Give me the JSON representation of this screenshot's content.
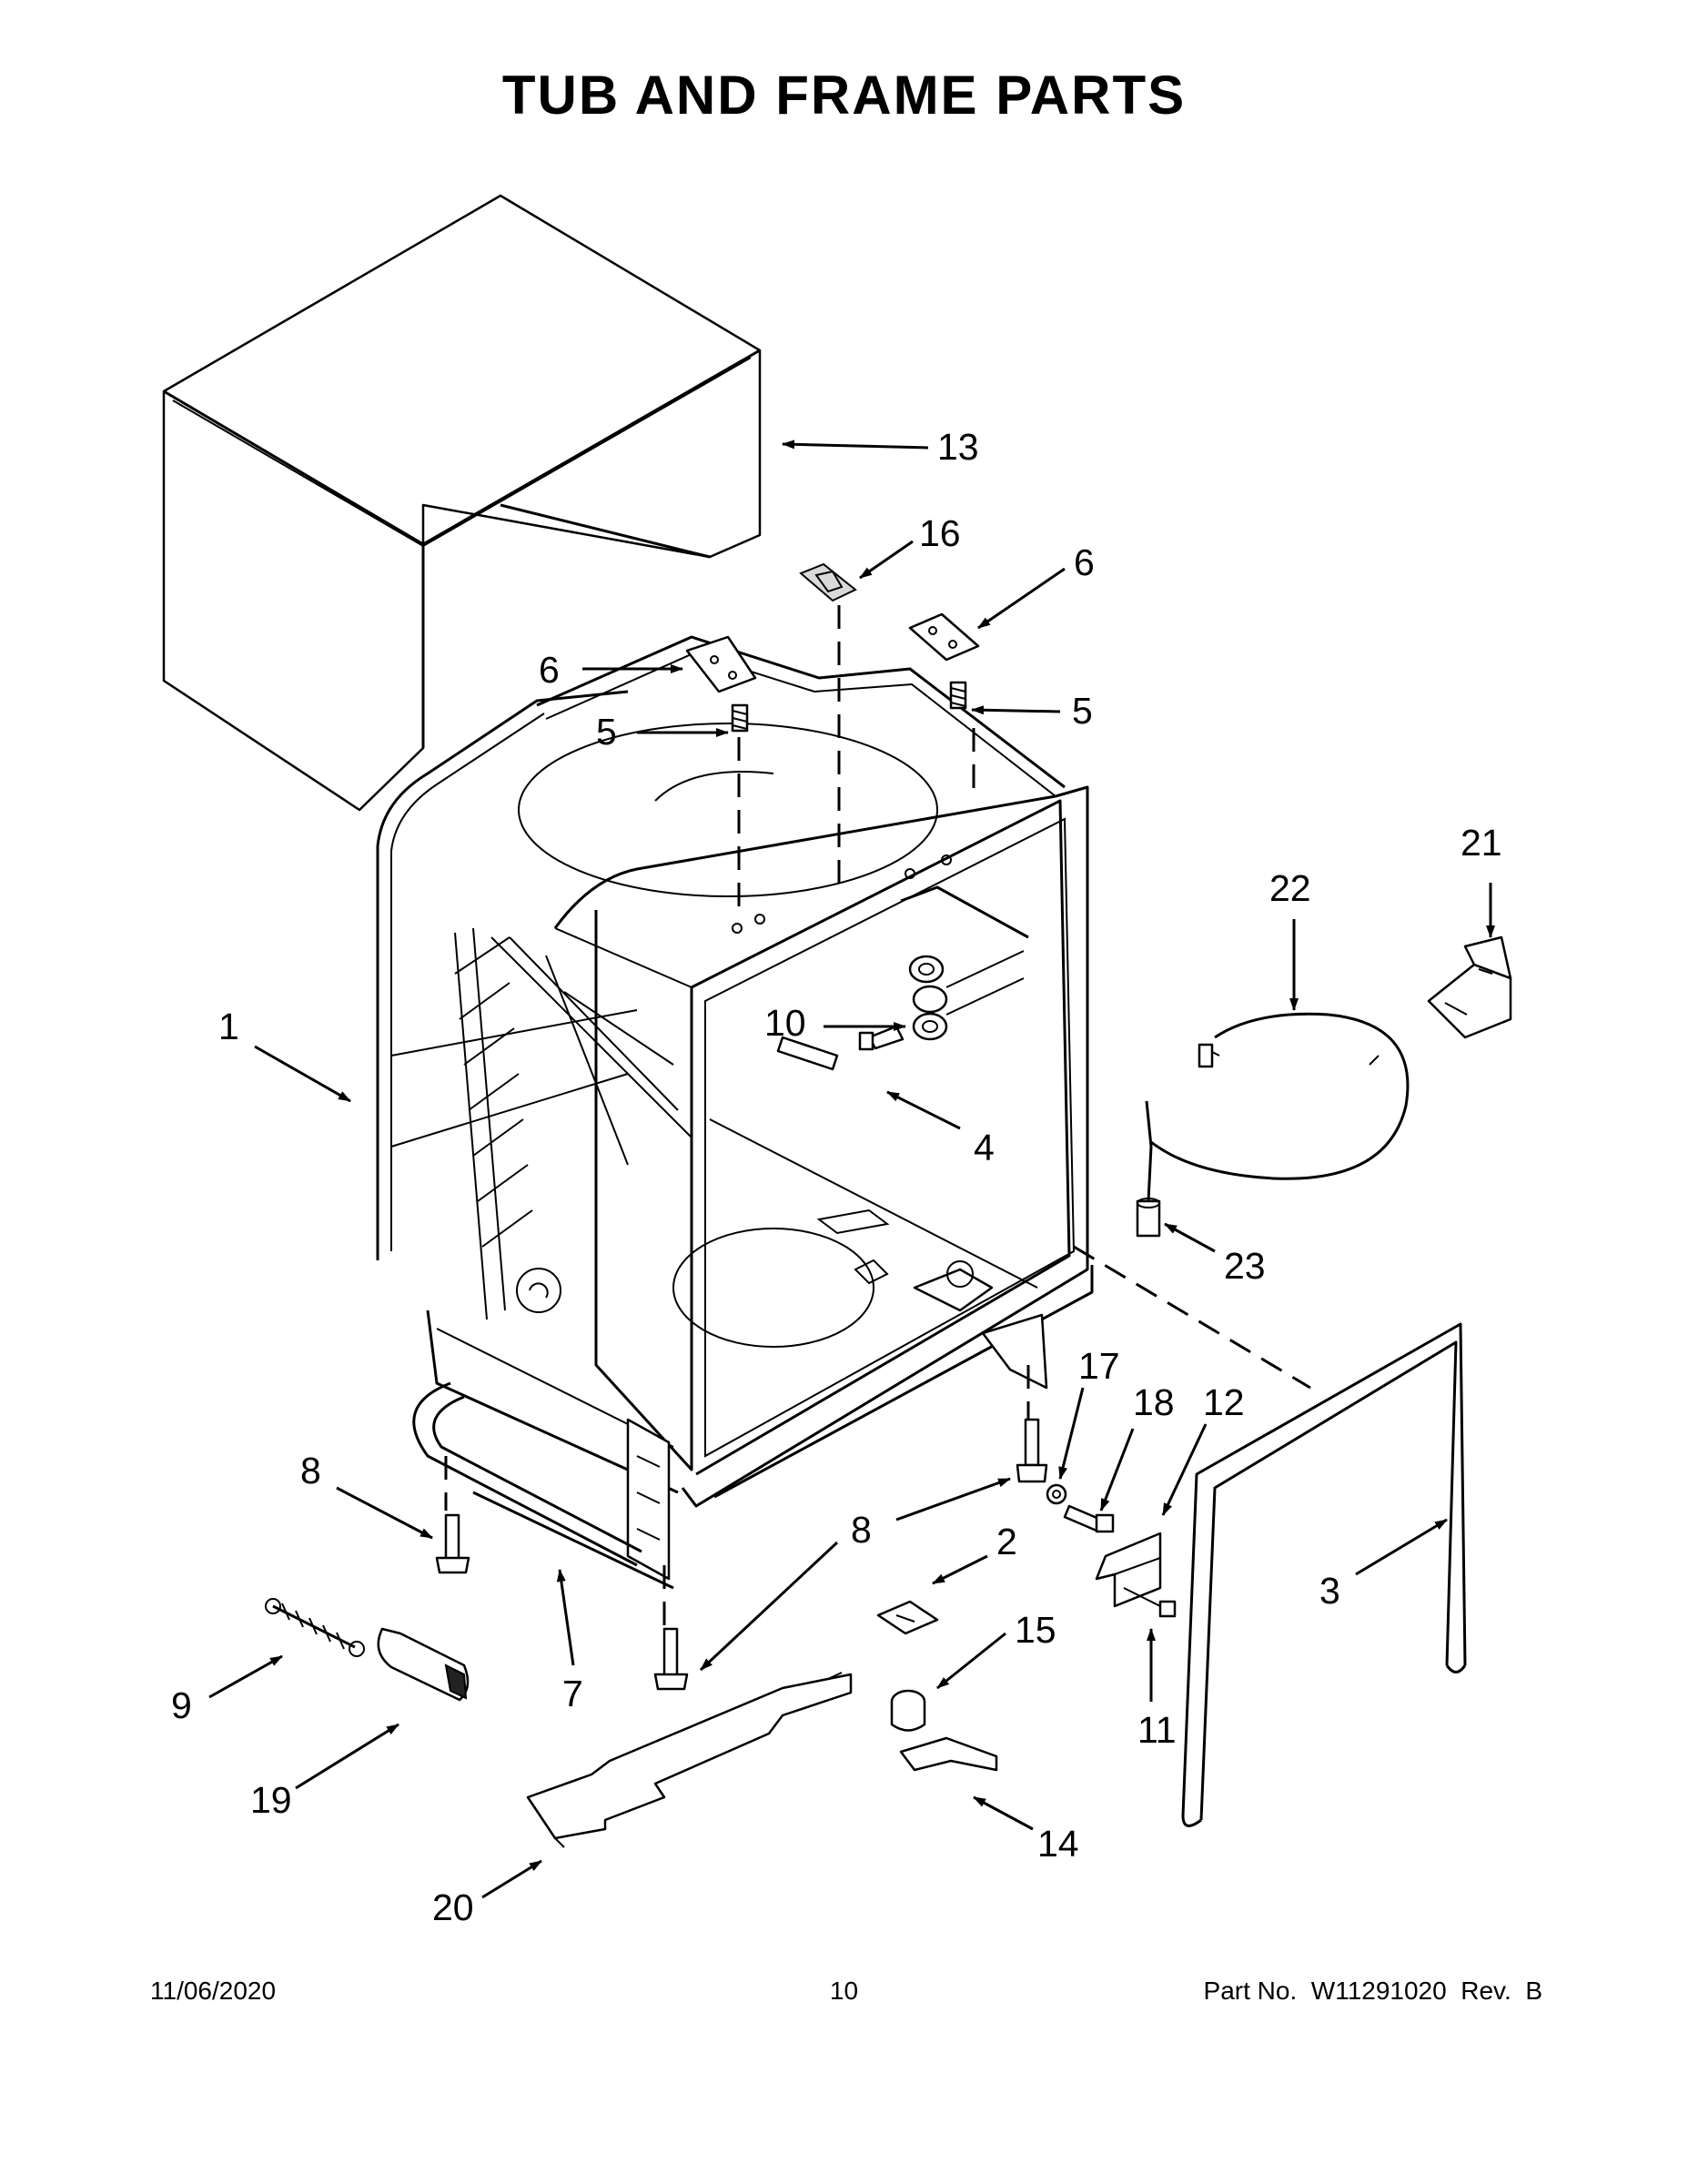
{
  "title": "TUB AND FRAME PARTS",
  "callouts": [
    "13",
    "16",
    "6",
    "6",
    "5",
    "5",
    "21",
    "22",
    "1",
    "10",
    "4",
    "23",
    "17",
    "18",
    "12",
    "8",
    "8",
    "2",
    "3",
    "15",
    "11",
    "9",
    "7",
    "19",
    "14",
    "20"
  ],
  "footer": {
    "date": "11/06/2020",
    "page": "10",
    "part_number": "Part No.  W11291020  Rev.  B"
  }
}
